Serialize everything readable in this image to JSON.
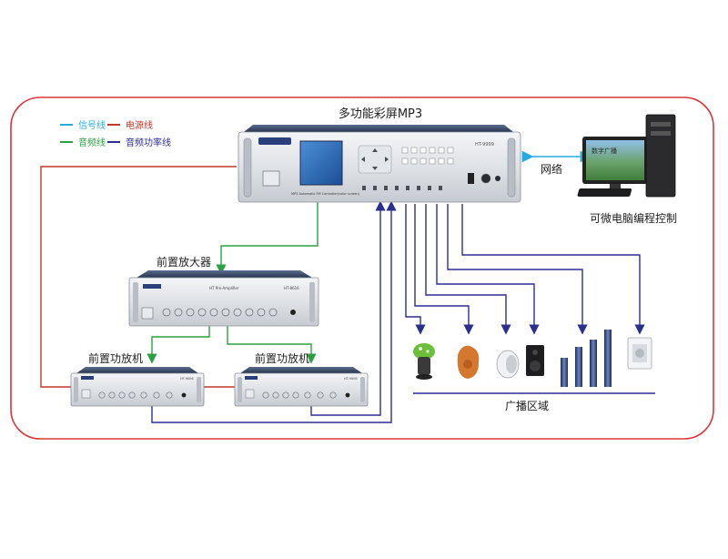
{
  "legend": {
    "signal": "信号线",
    "power": "电源线",
    "audio": "音频线",
    "speaker": "音频功率线"
  },
  "labels": {
    "main_device": "多功能彩屏MP3",
    "network": "网络",
    "computer": "可微电脑编程控制",
    "preamp": "前置放大器",
    "amp_left": "前置功放机",
    "amp_right": "前置功放机",
    "zone": "广播区域"
  },
  "device_text": {
    "main_model": "HT-9999",
    "main_caption": "MP3 Automatic FM Controller(color screen)",
    "preamp_name": "HT Pre-Amplifier",
    "preamp_model": "HT-8616",
    "amp_left_model": "HT-9006",
    "amp_right_model": "HT-9006",
    "monitor_text": "数字广播"
  },
  "colors": {
    "frame": "#d9373b",
    "signal": "#2aa9e0",
    "power": "#c0392b",
    "audio": "#2e9e45",
    "speaker": "#2b2f8f"
  }
}
